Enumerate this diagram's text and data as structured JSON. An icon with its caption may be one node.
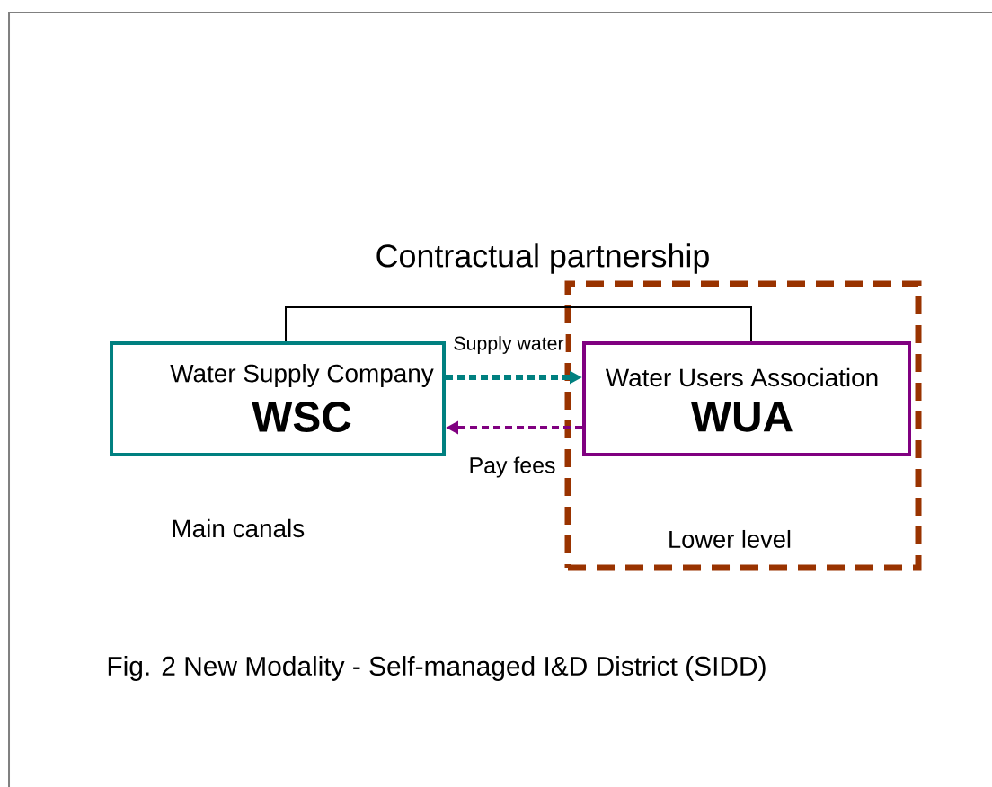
{
  "diagram": {
    "caption": "Fig. 2  New Modality - Self-managed I&D District (SIDD)",
    "nodes": [
      {
        "text": [
          "Water Supply Company",
          "WSC"
        ]
      },
      {
        "text": [
          "Lower level"
        ]
      },
      {
        "text": [
          "Water Users Association",
          "WUA"
        ],
        "in": 1
      }
    ],
    "edges": [
      {
        "from": 0,
        "to": 2,
        "arrow": "none",
        "label": "Contractual partnership"
      },
      {
        "from": 0,
        "to": 2,
        "arrow": "to",
        "label": "Supply water",
        "style": "dashed",
        "color": "#008080"
      },
      {
        "from": 2,
        "to": 0,
        "arrow": "to",
        "label": "Pay fees",
        "style": "dashed",
        "color": "#800080"
      }
    ],
    "labels": [
      "Main canals"
    ]
  }
}
